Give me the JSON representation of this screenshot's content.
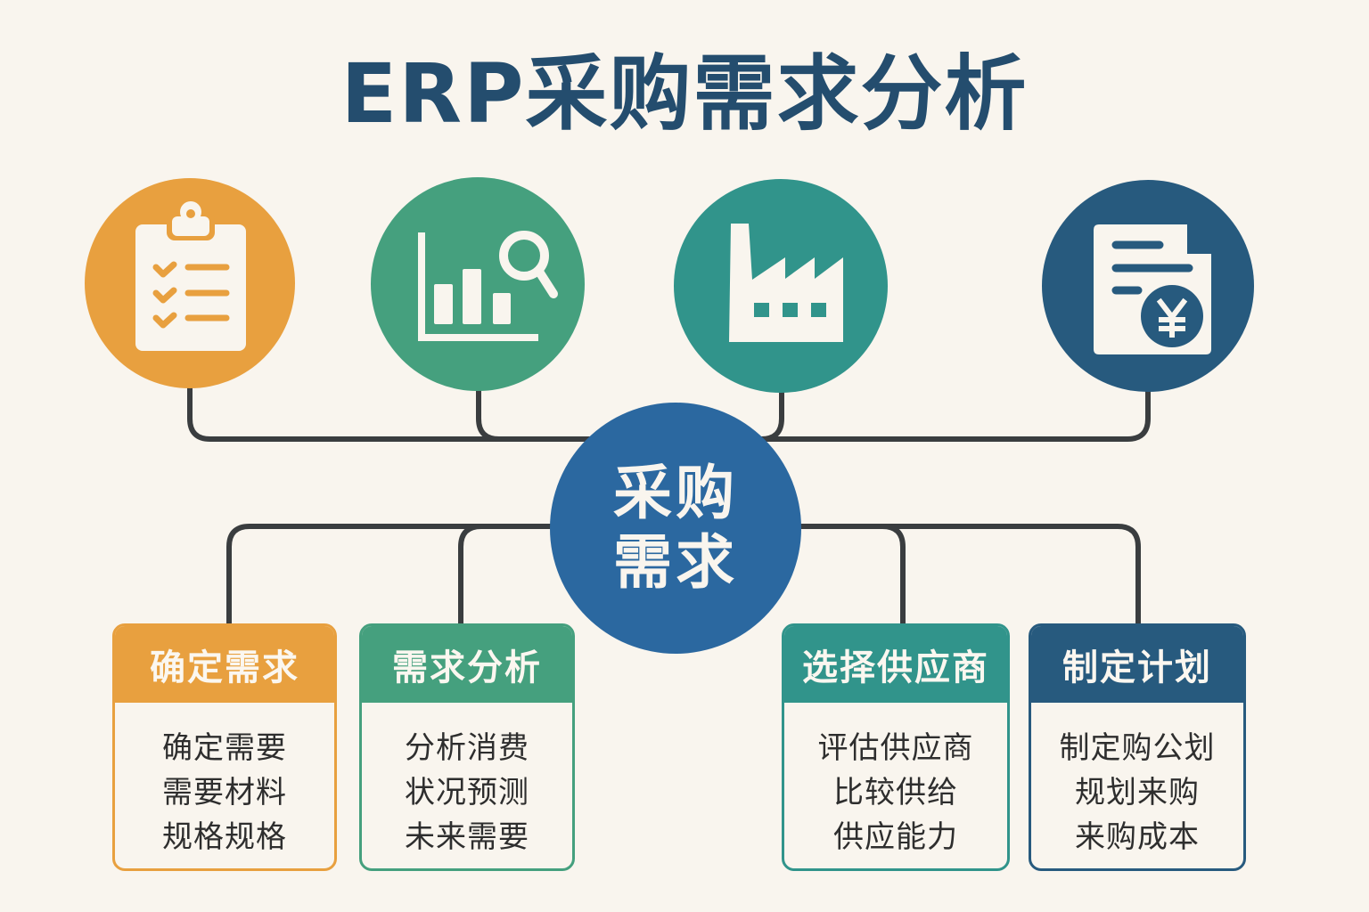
{
  "title": "ERP采购需求分析",
  "colors": {
    "background": "#f9f5ee",
    "title": "#244d6e",
    "orange": "#e8a03f",
    "green": "#45a07e",
    "teal": "#31948b",
    "navy": "#275a7e",
    "center": "#2b68a0",
    "connector": "#3a3d3f"
  },
  "top_icons": [
    {
      "icon": "clipboard-checklist-icon",
      "color": "orange"
    },
    {
      "icon": "bar-chart-magnifier-icon",
      "color": "green"
    },
    {
      "icon": "factory-icon",
      "color": "teal"
    },
    {
      "icon": "yuan-document-icon",
      "color": "navy"
    }
  ],
  "center": {
    "line1": "采购",
    "line2": "需求"
  },
  "cards": [
    {
      "header": "确定需求",
      "color": "orange",
      "lines": [
        "确定需要",
        "需要材料",
        "规格规格"
      ]
    },
    {
      "header": "需求分析",
      "color": "green",
      "lines": [
        "分析消费",
        "状况预测",
        "未来需要"
      ]
    },
    {
      "header": "选择供应商",
      "color": "teal",
      "lines": [
        "评估供应商",
        "比较供给",
        "供应能力"
      ]
    },
    {
      "header": "制定计划",
      "color": "navy",
      "lines": [
        "制定购公划",
        "规划来购",
        "来购成本"
      ]
    }
  ]
}
